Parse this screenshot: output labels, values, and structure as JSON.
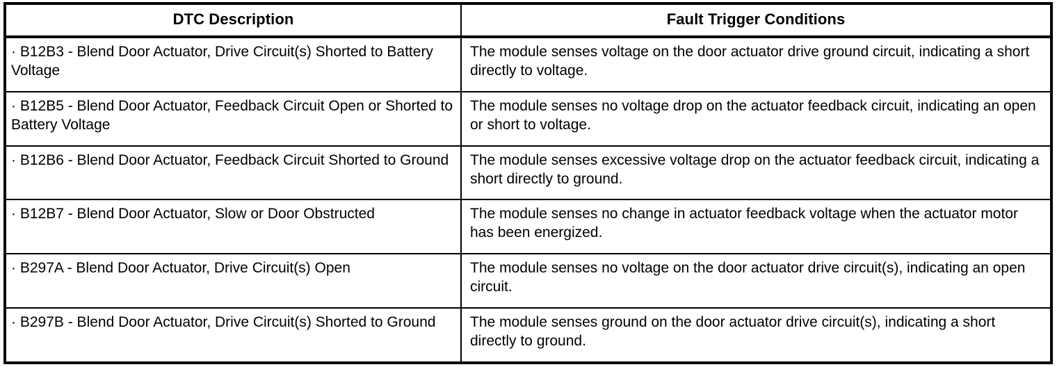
{
  "table": {
    "headers": {
      "dtc": "DTC Description",
      "conditions": "Fault Trigger Conditions"
    },
    "bullet": "·",
    "rows": [
      {
        "dtc": "B12B3 - Blend Door Actuator, Drive Circuit(s) Shorted to Battery Voltage",
        "condition": "The module senses voltage on the door actuator drive ground circuit, indicating a short directly to voltage."
      },
      {
        "dtc": "B12B5 - Blend Door Actuator, Feedback Circuit Open or Shorted to Battery Voltage",
        "condition": "The module senses no voltage drop on the actuator feedback circuit, indicating an open or short to voltage."
      },
      {
        "dtc": "B12B6 - Blend Door Actuator, Feedback Circuit Shorted to Ground",
        "condition": "The module senses excessive voltage drop on the actuator feedback circuit, indicating a short directly to ground."
      },
      {
        "dtc": "B12B7 - Blend Door Actuator, Slow or Door Obstructed",
        "condition": "The module senses no change in actuator feedback voltage when the actuator motor has been energized."
      },
      {
        "dtc": "B297A - Blend Door Actuator, Drive Circuit(s) Open",
        "condition": "The module senses no voltage on the door actuator drive circuit(s), indicating an open circuit."
      },
      {
        "dtc": "B297B - Blend Door Actuator, Drive Circuit(s) Shorted to Ground",
        "condition": "The module senses ground on the door actuator drive circuit(s), indicating a short directly to ground."
      }
    ]
  },
  "colors": {
    "border": "#000000",
    "text": "#000000",
    "background": "#ffffff"
  }
}
